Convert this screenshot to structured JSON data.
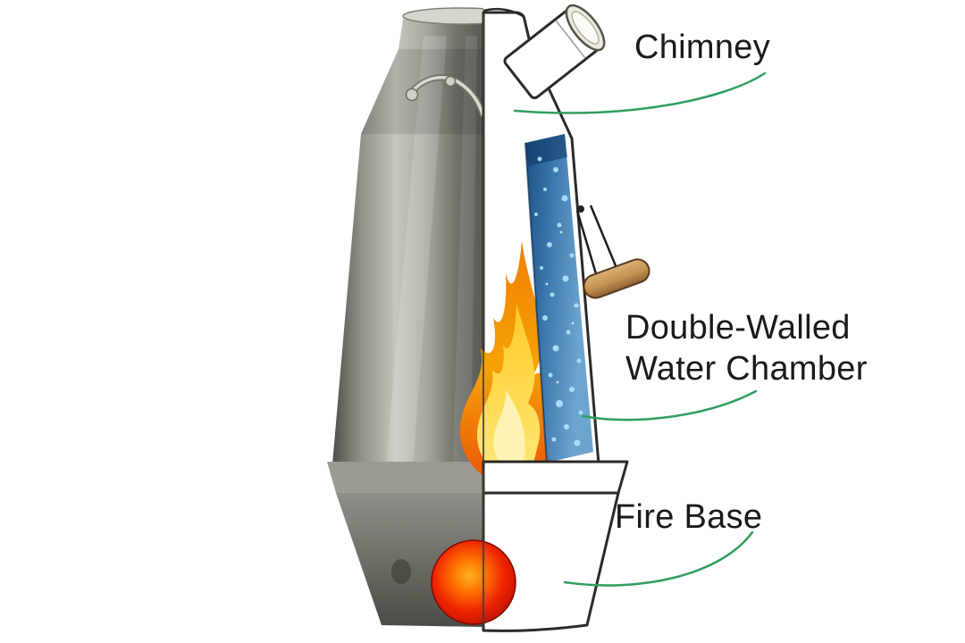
{
  "diagram": {
    "labels": {
      "chimney": "Chimney",
      "water_chamber_line1": "Double-Walled",
      "water_chamber_line2": "Water Chamber",
      "fire_base": "Fire Base"
    },
    "colors": {
      "annotation_line": "#2f9e5f",
      "label_text": "#1a1a1a",
      "background": "#ffffff",
      "water": "#3c77ad",
      "bubble": "#aee2ff",
      "flame_outer": "#ef7c00",
      "flame_inner": "#ffd84a",
      "ember": "#e01c00",
      "metal": "#a8a8a0",
      "cutaway_outline": "#2a2a2a",
      "wood_handle": "#c79a5e"
    }
  }
}
